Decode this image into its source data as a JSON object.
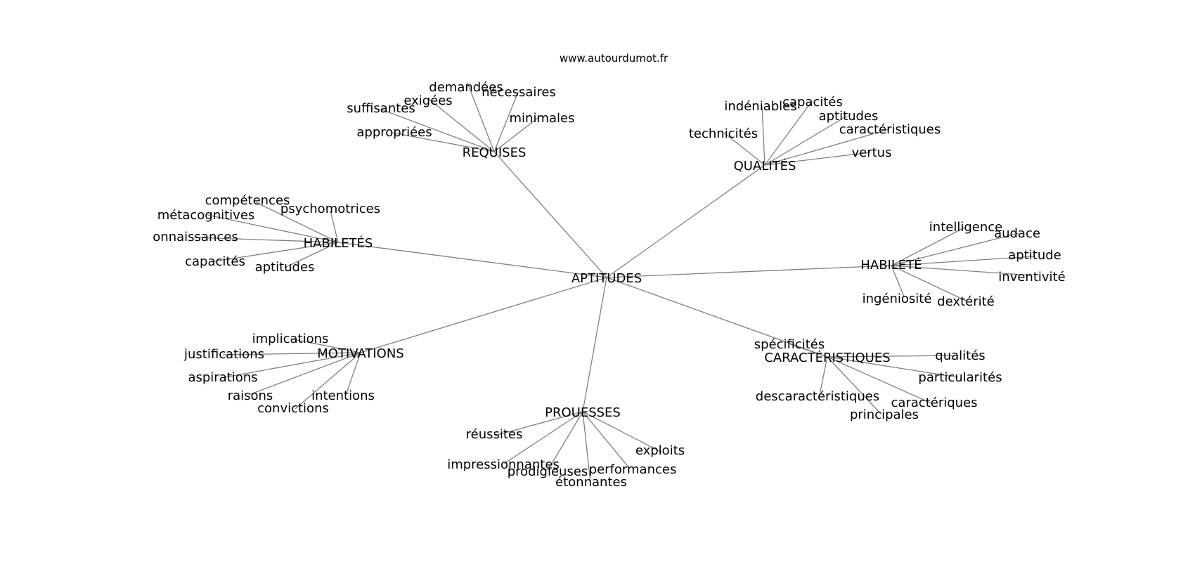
{
  "source": "www.autourdumot.fr",
  "center": "APTITUDES",
  "groups": [
    {
      "label": "REQUISES",
      "leaves": [
        "demandées",
        "nécessaires",
        "exigées",
        "suffisantes",
        "minimales",
        "appropriées"
      ]
    },
    {
      "label": "QUALITÉS",
      "leaves": [
        "indéniables",
        "capacités",
        "aptitudes",
        "caractéristiques",
        "technicités",
        "vertus"
      ]
    },
    {
      "label": "HABILETÉS",
      "leaves": [
        "compétences",
        "métacognitives",
        "psychomotrices",
        "onnaissances",
        "capacités",
        "aptitudes"
      ]
    },
    {
      "label": "HABILETÉ",
      "leaves": [
        "intelligence",
        "audace",
        "aptitude",
        "inventivité",
        "ingéniosité",
        "dextérité"
      ]
    },
    {
      "label": "MOTIVATIONS",
      "leaves": [
        "implications",
        "justifications",
        "aspirations",
        "raisons",
        "intentions",
        "convictions"
      ]
    },
    {
      "label": "CARACTÉRISTIQUES",
      "leaves": [
        "spécificités",
        "qualités",
        "particularités",
        "descaractéristiques",
        "caractériques",
        "principales"
      ]
    },
    {
      "label": "PROUESSES",
      "leaves": [
        "réussites",
        "exploits",
        "impressionnantes",
        "performances",
        "prodigieuses",
        "étonnantes"
      ]
    }
  ]
}
